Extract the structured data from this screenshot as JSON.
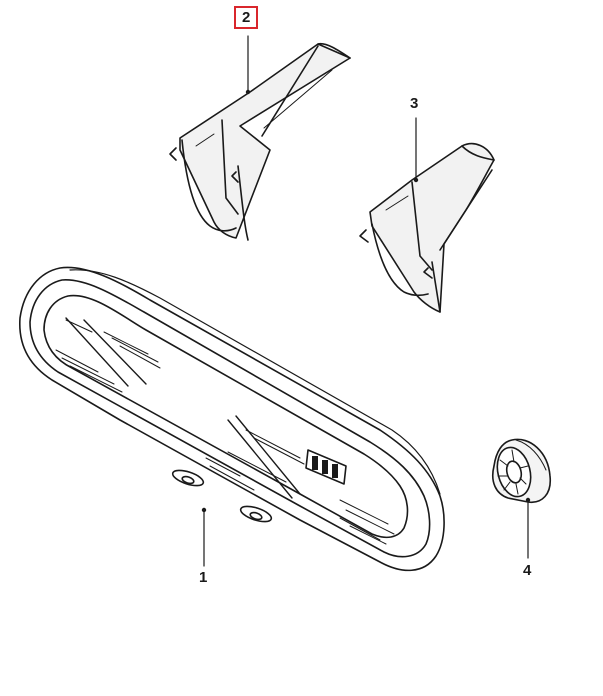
{
  "callouts": {
    "part1": "1",
    "part2": "2",
    "part3": "3",
    "part4": "4"
  },
  "highlighted_part": "2",
  "colors": {
    "line": "#1a1a1a",
    "shade": "#d9d9d9",
    "highlight_box": "#d9262c"
  }
}
